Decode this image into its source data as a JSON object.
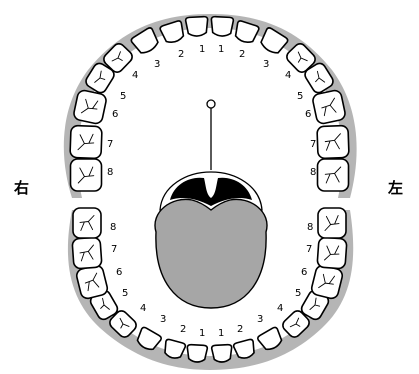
{
  "labels": {
    "right_side": "右",
    "left_side": "左"
  },
  "tooth_numbers": {
    "upper_right": [
      "1",
      "2",
      "3",
      "4",
      "5",
      "6",
      "7",
      "8"
    ],
    "upper_left": [
      "1",
      "2",
      "3",
      "4",
      "5",
      "6",
      "7",
      "8"
    ],
    "lower_right": [
      "1",
      "2",
      "3",
      "4",
      "5",
      "6",
      "7",
      "8"
    ],
    "lower_left": [
      "1",
      "2",
      "3",
      "4",
      "5",
      "6",
      "7",
      "8"
    ]
  },
  "colors": {
    "gum_shadow": "#b5b5b5",
    "tongue": "#a6a6a6",
    "outline": "#000000"
  }
}
